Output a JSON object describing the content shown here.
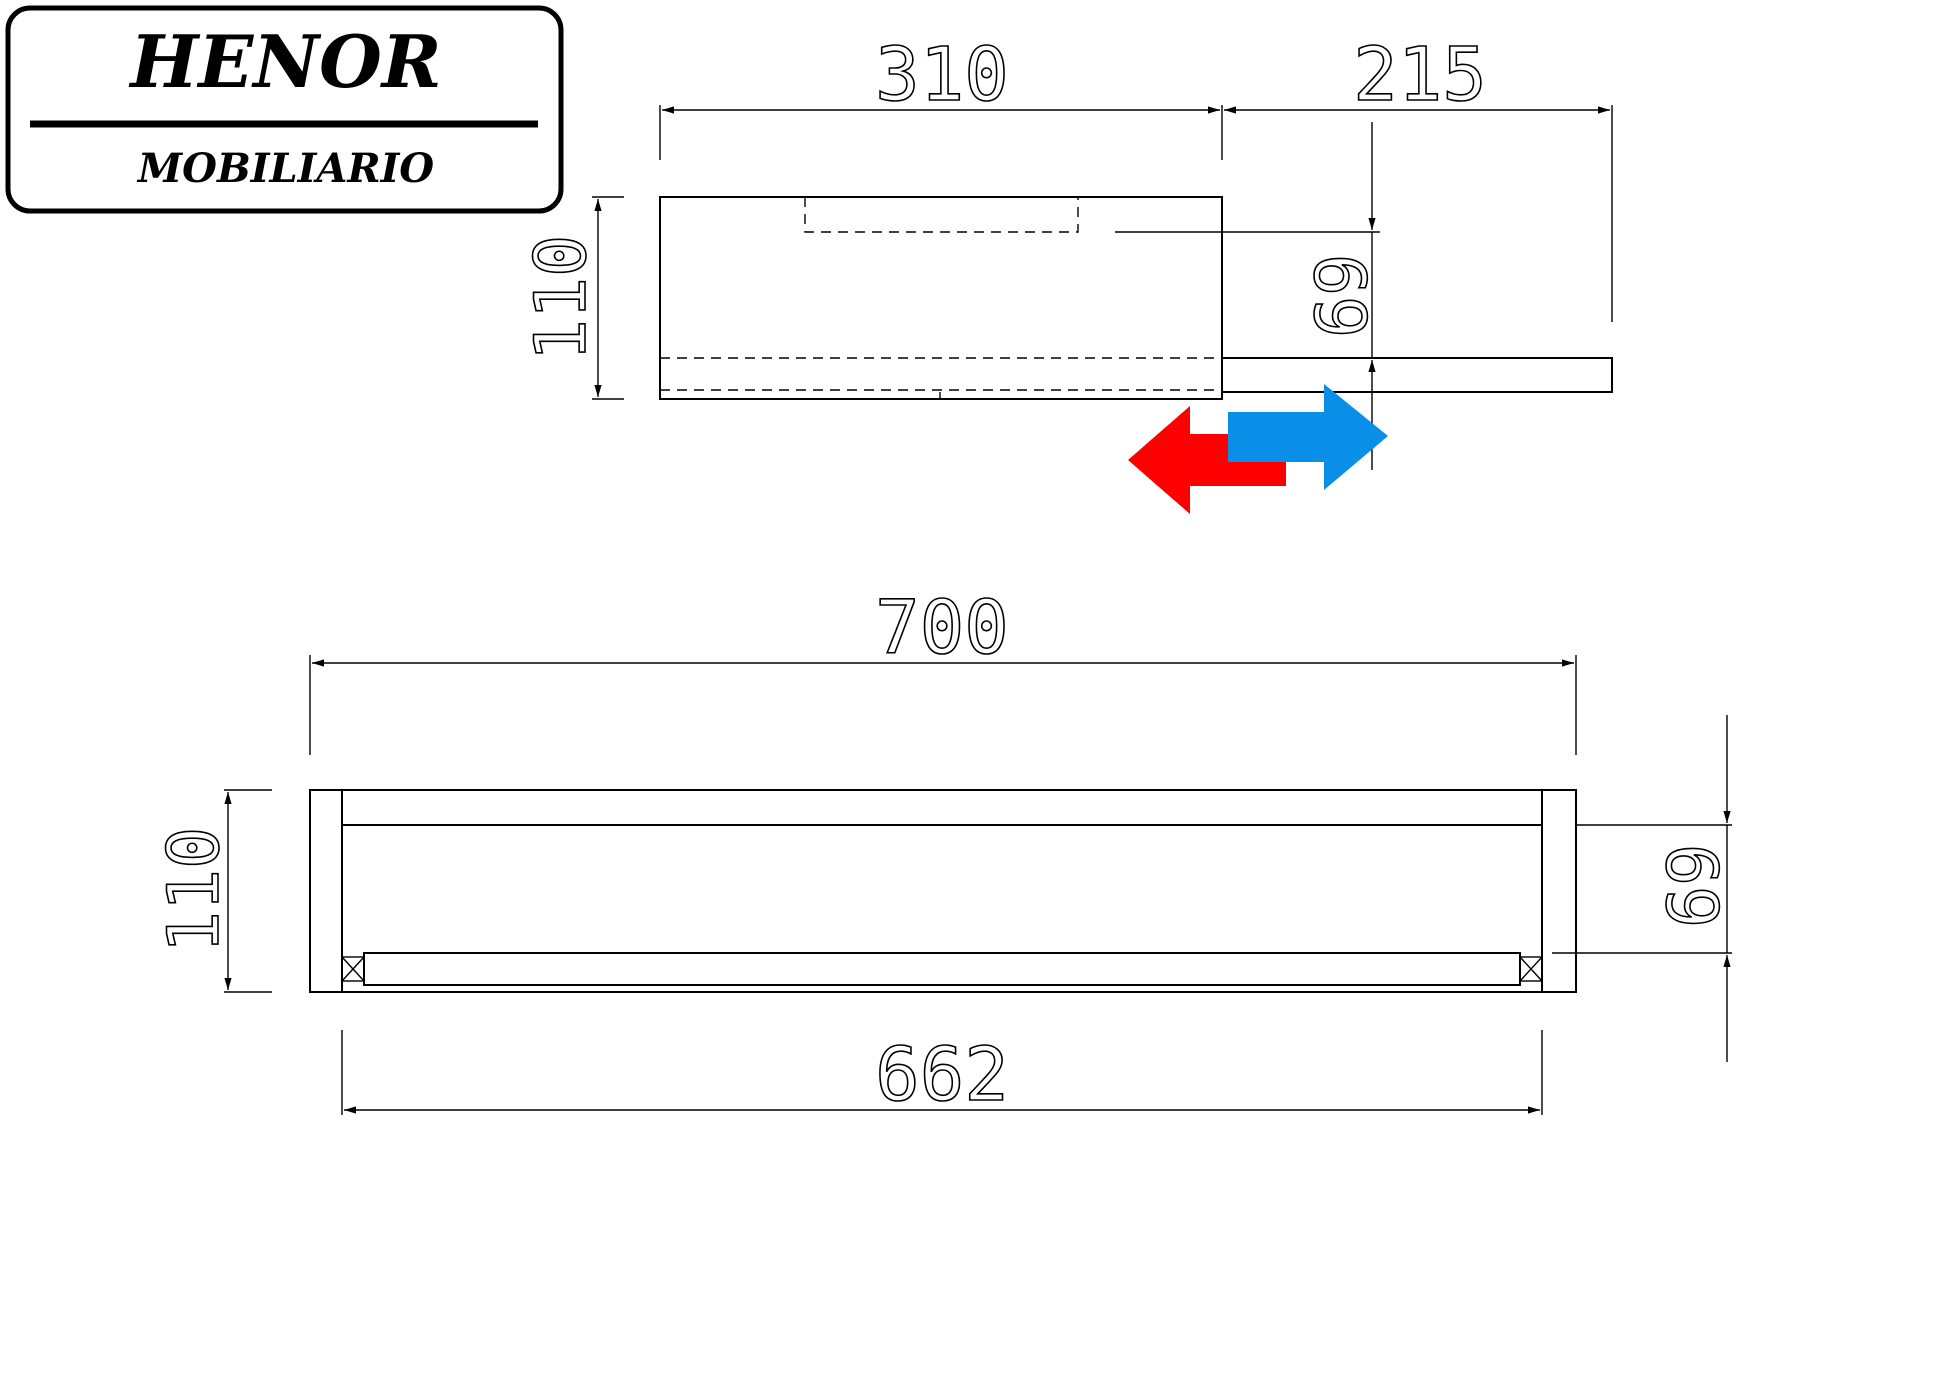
{
  "logo": {
    "brand": "HENOR",
    "subtitle": "MOBILIARIO"
  },
  "top_view": {
    "dim_width": "310",
    "dim_extension": "215",
    "dim_height": "110",
    "dim_inner_height": "69"
  },
  "front_view": {
    "dim_total_width": "700",
    "dim_inner_width": "662",
    "dim_height": "110",
    "dim_inner_height": "69"
  },
  "arrows": {
    "retract_color": "#ff0000",
    "extend_color": "#0a8fe8"
  }
}
